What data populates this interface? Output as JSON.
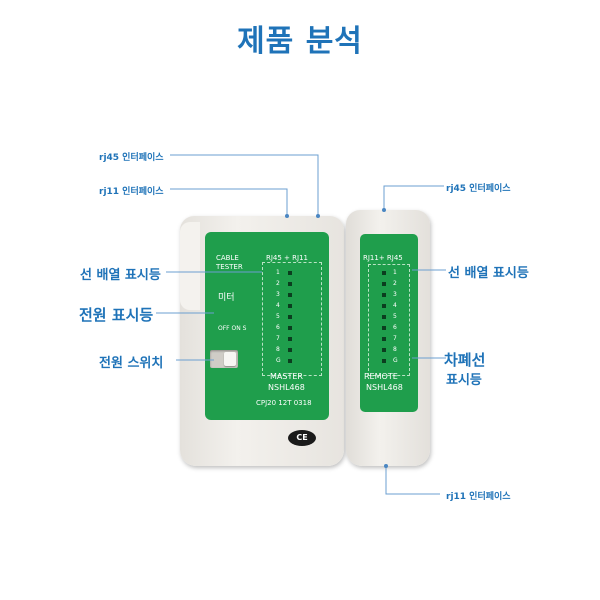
{
  "title": "제품 분석",
  "labels": {
    "rj45_left": "rj45 인터페이스",
    "rj11_left": "rj11 인터페이스",
    "rj45_right": "rj45 인터페이스",
    "line_indicator_left": "선 배열 표시등",
    "line_indicator_right": "선 배열 표시등",
    "power_indicator": "전원 표시등",
    "power_switch": "전원 스위치",
    "shield_line1": "차폐선",
    "shield_line2": "표시등",
    "rj11_right": "rj11 인터페이스"
  },
  "master": {
    "cable_tester_line1": "CABLE",
    "cable_tester_line2": "TESTER",
    "ports": "RJ45 + RJ11",
    "meter": "미터",
    "off_on": "OFF ON  S",
    "name": "MASTER",
    "model": "NSHL468",
    "code": "CPJ20 12T 0318",
    "pins": [
      "1",
      "2",
      "3",
      "4",
      "5",
      "6",
      "7",
      "8",
      "G"
    ]
  },
  "remote": {
    "ports": "RJ11+ RJ45",
    "name": "REMOTE",
    "model": "NSHL468",
    "pins": [
      "1",
      "2",
      "3",
      "4",
      "5",
      "6",
      "7",
      "8",
      "G"
    ]
  },
  "ce_mark": "CE",
  "colors": {
    "accent": "#1f73b8",
    "panel": "#1f9e4c"
  }
}
